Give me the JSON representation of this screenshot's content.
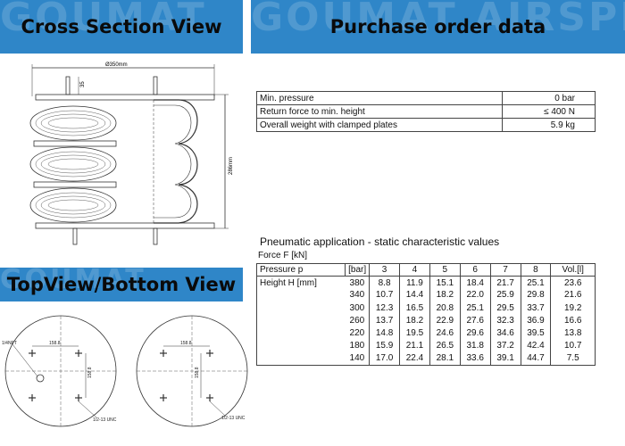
{
  "banners": {
    "cross_section": {
      "title": "Cross Section View",
      "watermark": "GOUMAT"
    },
    "purchase": {
      "title": "Purchase order data",
      "watermark": "GOUMAT AIRSPRING"
    },
    "topview": {
      "title": "TopView/Bottom View",
      "watermark": "GOUMAT"
    }
  },
  "drawing_labels": {
    "diameter": "Ø350mm",
    "height": "286mm",
    "stud": "35",
    "top_dim": "158.8",
    "side_dim": "158.8",
    "npt": "1/4NPT",
    "unc_left": "1/2-13 UNC",
    "unc_right": "1/2-13 UNC"
  },
  "properties": [
    {
      "label": "Min. pressure",
      "value": "0 bar"
    },
    {
      "label": "Return force to min. height",
      "value": "≤ 400 N"
    },
    {
      "label": "Overall weight with clamped plates",
      "value": "5.9 kg"
    }
  ],
  "pneumatic": {
    "title": "Pneumatic application - static characteristic values",
    "force_label": "Force F [kN]",
    "pressure_label": "Pressure p",
    "pressure_unit": "[bar]",
    "pressures": [
      "3",
      "4",
      "5",
      "6",
      "7",
      "8"
    ],
    "vol_label": "Vol.[l]",
    "height_label": "Height H [mm]",
    "rows": [
      {
        "h": "380",
        "f": [
          "8.8",
          "11.9",
          "15.1",
          "18.4",
          "21.7",
          "25.1"
        ],
        "vol": "23.6"
      },
      {
        "h": "340",
        "f": [
          "10.7",
          "14.4",
          "18.2",
          "22.0",
          "25.9",
          "29.8"
        ],
        "vol": "21.6"
      },
      {
        "h": "300",
        "f": [
          "12.3",
          "16.5",
          "20.8",
          "25.1",
          "29.5",
          "33.7"
        ],
        "vol": "19.2"
      },
      {
        "h": "260",
        "f": [
          "13.7",
          "18.2",
          "22.9",
          "27.6",
          "32.3",
          "36.9"
        ],
        "vol": "16.6"
      },
      {
        "h": "220",
        "f": [
          "14.8",
          "19.5",
          "24.6",
          "29.6",
          "34.6",
          "39.5"
        ],
        "vol": "13.8"
      },
      {
        "h": "180",
        "f": [
          "15.9",
          "21.1",
          "26.5",
          "31.8",
          "37.2",
          "42.4"
        ],
        "vol": "10.7"
      },
      {
        "h": "140",
        "f": [
          "17.0",
          "22.4",
          "28.1",
          "33.6",
          "39.1",
          "44.7"
        ],
        "vol": "7.5"
      }
    ]
  },
  "colors": {
    "banner": "#2f86c8"
  }
}
